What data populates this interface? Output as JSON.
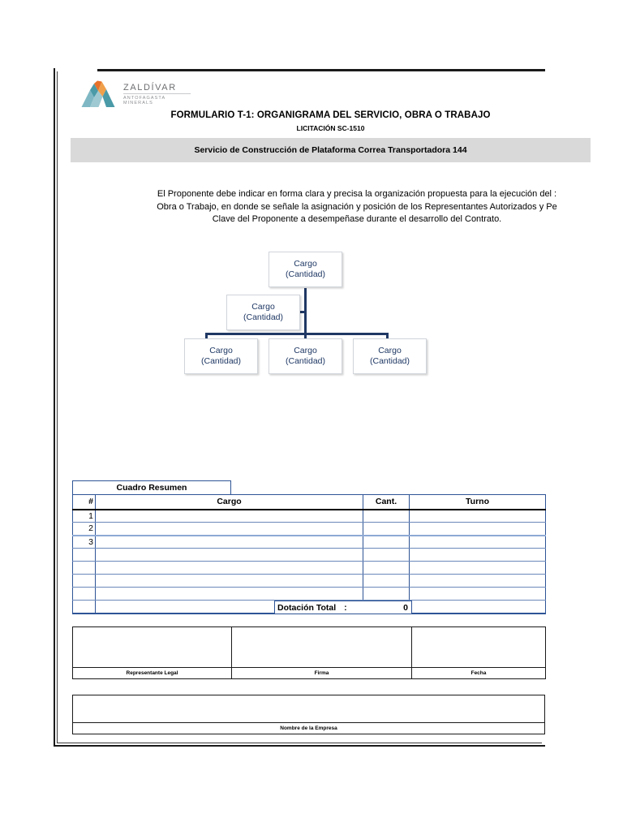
{
  "document": {
    "logo": {
      "name": "ZALDÍVAR",
      "subtitle": "ANTOFAGASTA MINERALS",
      "mark_colors": [
        "#e8722a",
        "#f0a04b",
        "#4a9aa8",
        "#7fb8c4"
      ]
    },
    "form_title": "FORMULARIO  T-1: ORGANIGRAMA DEL SERVICIO, OBRA O TRABAJO",
    "tender_line": "LICITACIÓN SC-1510",
    "service_banner": "Servicio de Construcción de Plataforma Correa Transportadora  144",
    "instructions": "El Proponente debe indicar en forma clara y precisa la organización propuesta para la ejecución del :\nObra o Trabajo, en donde se señale la asignación y posición de los Representantes Autorizados y Pe\nClave del Proponente a desempeñase durante el desarrollo del Contrato."
  },
  "org_chart": {
    "accent_color": "#1f3864",
    "boxes": [
      {
        "title": "Cargo",
        "quantity": "(Cantidad)"
      },
      {
        "title": "Cargo",
        "quantity": "(Cantidad)"
      },
      {
        "title": "Cargo",
        "quantity": "(Cantidad)"
      },
      {
        "title": "Cargo",
        "quantity": "(Cantidad)"
      },
      {
        "title": "Cargo",
        "quantity": "(Cantidad)"
      }
    ]
  },
  "summary": {
    "caption": "Cuadro Resumen",
    "headers": [
      "#",
      "Cargo",
      "Cant.",
      "Turno"
    ],
    "rows": [
      {
        "num": "1",
        "cargo": "",
        "cant": "",
        "turno": ""
      },
      {
        "num": "2",
        "cargo": "",
        "cant": "",
        "turno": ""
      },
      {
        "num": "3",
        "cargo": "",
        "cant": "",
        "turno": ""
      },
      {
        "num": "",
        "cargo": "",
        "cant": "",
        "turno": ""
      },
      {
        "num": "",
        "cargo": "",
        "cant": "",
        "turno": ""
      },
      {
        "num": "",
        "cargo": "",
        "cant": "",
        "turno": ""
      },
      {
        "num": "",
        "cargo": "",
        "cant": "",
        "turno": ""
      },
      {
        "num": "",
        "cargo": "",
        "cant": "",
        "turno": ""
      }
    ],
    "total_label": "Dotación Total",
    "total_colon": ":",
    "total_value": "0"
  },
  "footer": {
    "signature_labels": [
      "Representante Legal",
      "Firma",
      "Fecha"
    ],
    "signature_values": [
      "",
      "",
      ""
    ],
    "company_label": "Nombre de la Empresa",
    "company_value": ""
  }
}
